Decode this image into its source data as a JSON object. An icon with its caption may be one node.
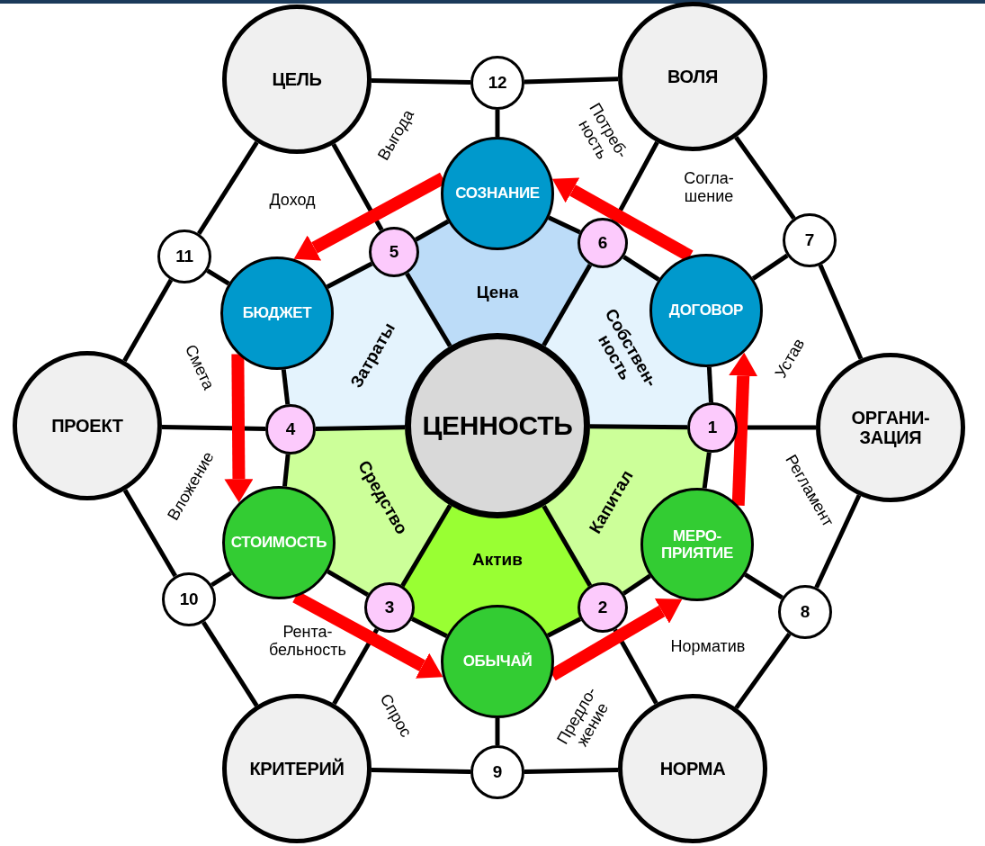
{
  "diagram": {
    "nodes": [
      {
        "text": [
          "ЦЕЛЬ"
        ]
      },
      {
        "text": [
          "12"
        ]
      },
      {
        "text": [
          "ВОЛЯ"
        ]
      },
      {
        "text": [
          "СОЗНАНИЕ"
        ]
      },
      {
        "text": [
          "6"
        ]
      },
      {
        "text": [
          "5"
        ]
      },
      {
        "text": [
          "11"
        ]
      },
      {
        "text": [
          "7"
        ]
      },
      {
        "text": [
          "Цена"
        ]
      },
      {
        "text": [
          "БЮДЖЕТ"
        ]
      },
      {
        "text": [
          "ДОГОВОР"
        ]
      },
      {
        "text": [
          "Затраты"
        ]
      },
      {
        "text": [
          "Собствен- ность"
        ]
      },
      {
        "text": [
          "ПРОЕКТ"
        ]
      },
      {
        "text": [
          "4"
        ]
      },
      {
        "text": [
          "ЦЕННОСТЬ"
        ]
      },
      {
        "text": [
          "1"
        ]
      },
      {
        "text": [
          "ОРГАНИ- ЗАЦИЯ"
        ]
      },
      {
        "text": [
          "Средство"
        ]
      },
      {
        "text": [
          "Капитал"
        ]
      },
      {
        "text": [
          "СТОИМОСТЬ"
        ]
      },
      {
        "text": [
          "МЕРО- ПРИЯТИЕ"
        ]
      },
      {
        "text": [
          "Актив"
        ]
      },
      {
        "text": [
          "10"
        ]
      },
      {
        "text": [
          "3"
        ]
      },
      {
        "text": [
          "2"
        ]
      },
      {
        "text": [
          "8"
        ]
      },
      {
        "text": [
          "ОБЫЧАЙ"
        ]
      },
      {
        "text": [
          "КРИТЕРИЙ"
        ]
      },
      {
        "text": [
          "9"
        ]
      },
      {
        "text": [
          "НОРМА"
        ]
      }
    ],
    "edges": [
      {
        "from": 0,
        "to": 1,
        "arrow": "none"
      },
      {
        "from": 1,
        "to": 2,
        "arrow": "none"
      },
      {
        "from": 2,
        "to": 7,
        "arrow": "none"
      },
      {
        "from": 7,
        "to": 17,
        "arrow": "none"
      },
      {
        "from": 17,
        "to": 26,
        "arrow": "none"
      },
      {
        "from": 26,
        "to": 30,
        "arrow": "none"
      },
      {
        "from": 30,
        "to": 29,
        "arrow": "none"
      },
      {
        "from": 29,
        "to": 28,
        "arrow": "none"
      },
      {
        "from": 28,
        "to": 23,
        "arrow": "none"
      },
      {
        "from": 23,
        "to": 13,
        "arrow": "none"
      },
      {
        "from": 13,
        "to": 6,
        "arrow": "none"
      },
      {
        "from": 6,
        "to": 0,
        "arrow": "none"
      },
      {
        "from": 0,
        "to": 5,
        "arrow": "none"
      },
      {
        "from": 5,
        "to": 15,
        "arrow": "none"
      },
      {
        "from": 2,
        "to": 4,
        "arrow": "none"
      },
      {
        "from": 4,
        "to": 15,
        "arrow": "none"
      },
      {
        "from": 17,
        "to": 16,
        "arrow": "none"
      },
      {
        "from": 16,
        "to": 15,
        "arrow": "none"
      },
      {
        "from": 30,
        "to": 25,
        "arrow": "none"
      },
      {
        "from": 25,
        "to": 15,
        "arrow": "none"
      },
      {
        "from": 28,
        "to": 24,
        "arrow": "none"
      },
      {
        "from": 24,
        "to": 15,
        "arrow": "none"
      },
      {
        "from": 13,
        "to": 14,
        "arrow": "none"
      },
      {
        "from": 14,
        "to": 15,
        "arrow": "none"
      },
      {
        "from": 1,
        "to": 3,
        "arrow": "none"
      },
      {
        "from": 7,
        "to": 10,
        "arrow": "none"
      },
      {
        "from": 26,
        "to": 21,
        "arrow": "none"
      },
      {
        "from": 29,
        "to": 27,
        "arrow": "none"
      },
      {
        "from": 23,
        "to": 20,
        "arrow": "none"
      },
      {
        "from": 6,
        "to": 9,
        "arrow": "none"
      },
      {
        "from": 3,
        "to": 5,
        "arrow": "none"
      },
      {
        "from": 5,
        "to": 9,
        "arrow": "none"
      },
      {
        "from": 9,
        "to": 14,
        "arrow": "none"
      },
      {
        "from": 14,
        "to": 20,
        "arrow": "none"
      },
      {
        "from": 20,
        "to": 24,
        "arrow": "none"
      },
      {
        "from": 24,
        "to": 27,
        "arrow": "none"
      },
      {
        "from": 27,
        "to": 25,
        "arrow": "none"
      },
      {
        "from": 25,
        "to": 21,
        "arrow": "none"
      },
      {
        "from": 21,
        "to": 16,
        "arrow": "none"
      },
      {
        "from": 16,
        "to": 10,
        "arrow": "none"
      },
      {
        "from": 10,
        "to": 4,
        "arrow": "none"
      },
      {
        "from": 4,
        "to": 3,
        "arrow": "none"
      },
      {
        "from": 3,
        "to": 9,
        "arrow": "to",
        "style": "thick",
        "color": "#ff0000"
      },
      {
        "from": 9,
        "to": 20,
        "arrow": "to",
        "style": "thick",
        "color": "#ff0000"
      },
      {
        "from": 20,
        "to": 27,
        "arrow": "to",
        "style": "thick",
        "color": "#ff0000"
      },
      {
        "from": 27,
        "to": 21,
        "arrow": "to",
        "style": "thick",
        "color": "#ff0000"
      },
      {
        "from": 21,
        "to": 10,
        "arrow": "to",
        "style": "thick",
        "color": "#ff0000"
      },
      {
        "from": 10,
        "to": 3,
        "arrow": "to",
        "style": "thick",
        "color": "#ff0000"
      }
    ],
    "labels": [
      "Выгода",
      "Потреб- ность",
      "Доход",
      "Согла- шение",
      "Смета",
      "Устав",
      "Вложение",
      "Регламент",
      "Рента- бельность",
      "Норматив",
      "Спрос",
      "Предло- жение"
    ]
  }
}
